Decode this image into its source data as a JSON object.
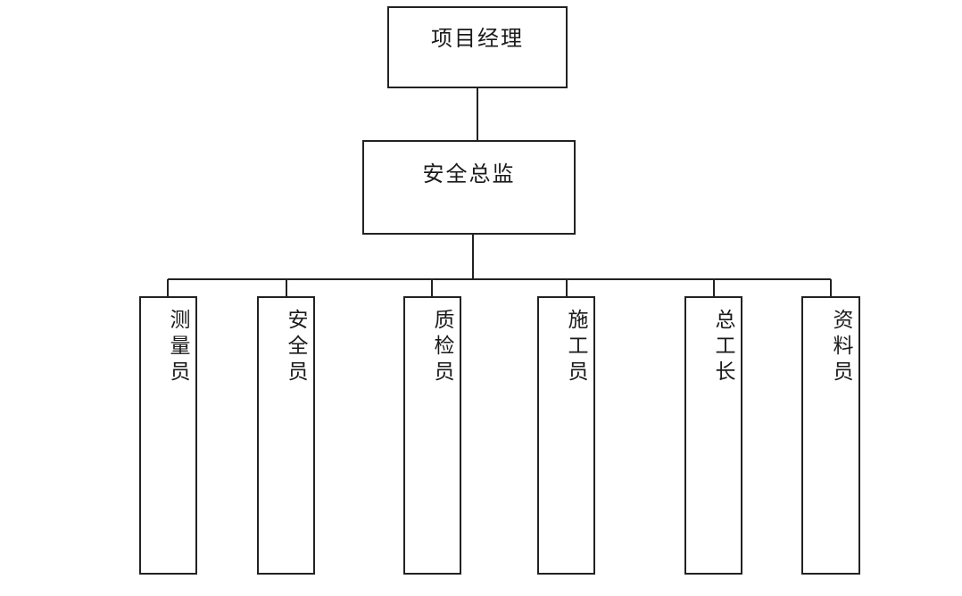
{
  "chart": {
    "root": {
      "label": "项目经理"
    },
    "supervisor": {
      "label": "安全总监"
    },
    "staff": [
      {
        "label": "测量员"
      },
      {
        "label": "安全员"
      },
      {
        "label": "质检员"
      },
      {
        "label": "施工员"
      },
      {
        "label": "总工长"
      },
      {
        "label": "资料员"
      }
    ]
  },
  "colors": {
    "line": "#222222",
    "box_border": "#222222",
    "background": "#ffffff"
  }
}
